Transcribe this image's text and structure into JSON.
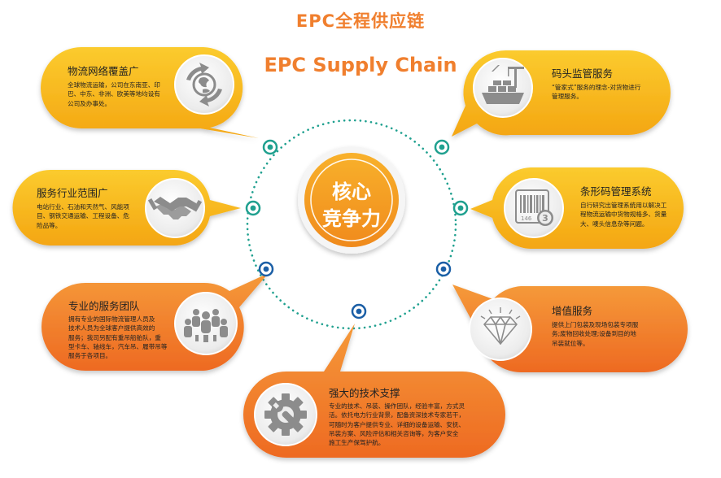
{
  "title_cn": "EPC全程供应链",
  "title_en": "EPC Supply Chain",
  "core": {
    "line1": "核心",
    "line2": "竞争力"
  },
  "colors": {
    "accent": "#F07F2E",
    "yellow_card": "#F7B718",
    "orange_card": "#F07A2C",
    "ring_dot_teal": "#1FA08F",
    "ring_dot_blue": "#1B5FA6",
    "core_fill": "#F49A22"
  },
  "cards": [
    {
      "id": "logistics",
      "title": "物流网络覆盖广",
      "icon": "globe-recycle-icon",
      "desc": [
        "全球物流运输，公司在东南亚、印",
        "巴、中东、非洲、欧美等地均设有",
        "公司及办事处。"
      ]
    },
    {
      "id": "industries",
      "title": "服务行业范围广",
      "icon": "handshake-icon",
      "desc": [
        "电站行业、石油和天然气、风能项",
        "目、钢铁交通运输、工程设备、危",
        "险品等。"
      ]
    },
    {
      "id": "team",
      "title": "专业的服务团队",
      "icon": "team-people-icon",
      "desc": [
        "拥有专业的国际物流管理人员及",
        "技术人员为全球客户提供高效的",
        "服务；我司另配有重吊船舶队，重",
        "型卡车、轴线车，汽车吊、履带吊等",
        "服务于各项目。"
      ]
    },
    {
      "id": "tech",
      "title": "强大的技术支撑",
      "icon": "gear-wrench-icon",
      "desc": [
        "专业的技术、吊装、操作团队，经验丰富，方式灵",
        "活。依托电力行业背景，配备资深技术专家若干，",
        "可随时为客户提供专业、详细的设备运输、安抚、",
        "吊装方案、风险评估和相关咨询等，为客户安全",
        "施工生产保驾护航。"
      ]
    },
    {
      "id": "wharf",
      "title": "码头监管服务",
      "icon": "ship-crane-icon",
      "desc": [
        "“管家式”服务的理念-对货物进行",
        "管理服务。"
      ]
    },
    {
      "id": "barcode",
      "title": "条形码管理系统",
      "icon": "barcode-icon",
      "icon_numbers": [
        "146",
        "3"
      ],
      "desc": [
        "自行研究出管理系统用以解决工",
        "程物流运输中货物规格多、货量",
        "大、唛头信息杂等问题。"
      ]
    },
    {
      "id": "value",
      "title": "增值服务",
      "icon": "diamond-icon",
      "desc": [
        "提供上门包装及现场包装专项服",
        "务;废物回收处理;设备到目的地",
        "吊装就位等。"
      ]
    }
  ]
}
